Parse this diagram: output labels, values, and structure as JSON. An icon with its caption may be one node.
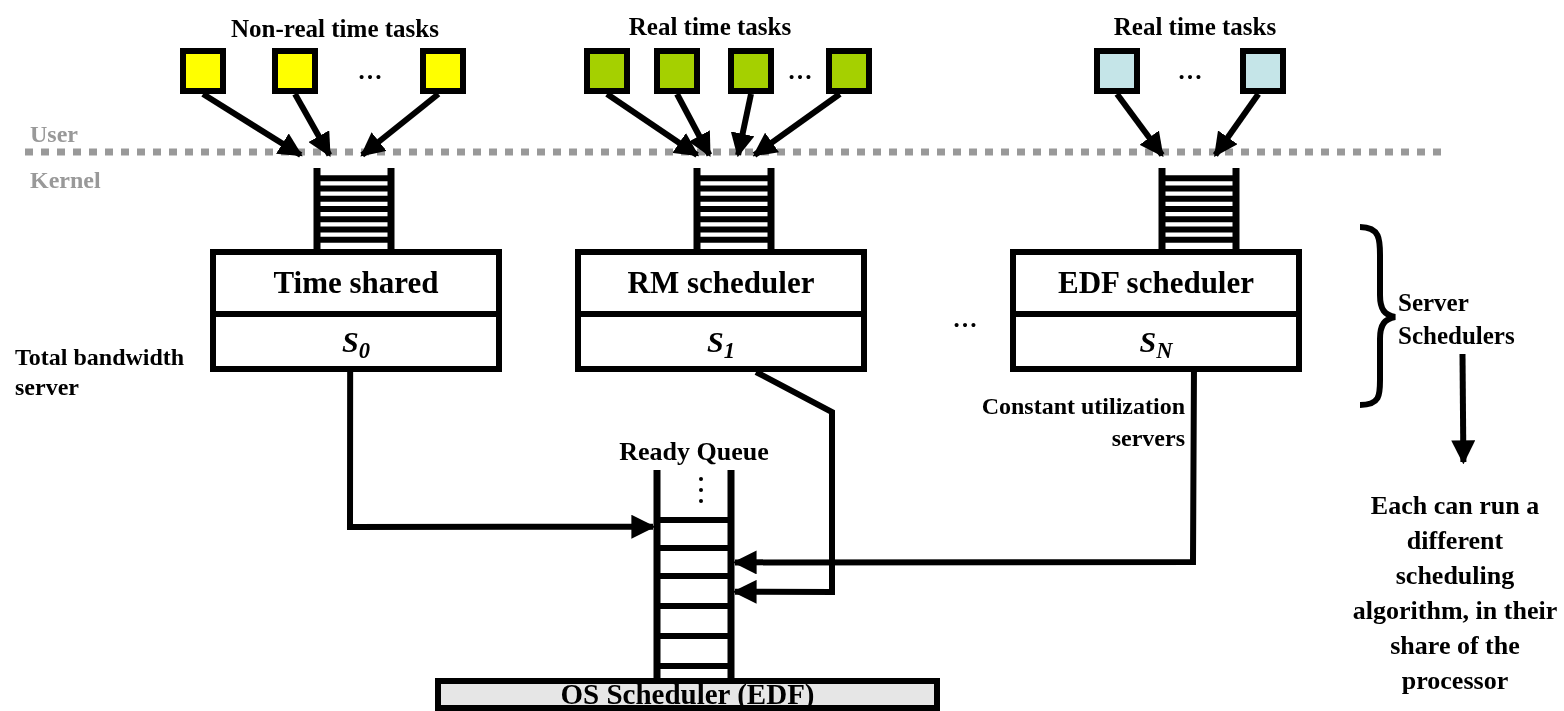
{
  "diagram": {
    "nodes": [
      {
        "text": [],
        "shape": "box"
      },
      {
        "text": [],
        "shape": "box"
      },
      {
        "text": [],
        "shape": "box"
      },
      {
        "text": [],
        "shape": "box"
      },
      {
        "text": [],
        "shape": "box"
      },
      {
        "text": [],
        "shape": "box"
      },
      {
        "text": [],
        "shape": "box"
      },
      {
        "text": [],
        "shape": "box"
      },
      {
        "text": [],
        "shape": "box"
      },
      {
        "text": [],
        "shape": "queue"
      },
      {
        "text": [
          "Time shared",
          "S$_{0}$"
        ]
      },
      {
        "text": [],
        "shape": "queue"
      },
      {
        "text": [
          "RM scheduler",
          "S$_{1}$"
        ]
      },
      {
        "text": [],
        "shape": "queue"
      },
      {
        "text": [
          "EDF scheduler",
          "S$_{N}$"
        ]
      },
      {
        "text": [
          "Ready Queue"
        ]
      },
      {
        "text": [
          "OS Scheduler (EDF)"
        ]
      },
      {
        "text": [
          "Each can run a different scheduling algorithm, in their share of the processor"
        ]
      },
      {
        "text": [
          "Server Schedulers"
        ]
      }
    ],
    "edges": [
      {
        "from": 0,
        "to": 9,
        "arrow": "to"
      },
      {
        "from": 1,
        "to": 9,
        "arrow": "to"
      },
      {
        "from": 2,
        "to": 9,
        "arrow": "to"
      },
      {
        "from": 3,
        "to": 11,
        "arrow": "to"
      },
      {
        "from": 4,
        "to": 11,
        "arrow": "to"
      },
      {
        "from": 5,
        "to": 11,
        "arrow": "to"
      },
      {
        "from": 6,
        "to": 11,
        "arrow": "to"
      },
      {
        "from": 7,
        "to": 13,
        "arrow": "to"
      },
      {
        "from": 8,
        "to": 13,
        "arrow": "to"
      },
      {
        "from": 10,
        "to": 15,
        "arrow": "to"
      },
      {
        "from": 12,
        "to": 15,
        "arrow": "to"
      },
      {
        "from": 14,
        "to": 15,
        "arrow": "to"
      },
      {
        "from": 18,
        "to": 17,
        "arrow": "to"
      }
    ],
    "labels": [
      "Non-real time tasks",
      "…",
      "Real time tasks",
      "…",
      "Real time tasks",
      "…",
      "User",
      "Kernel",
      "Total bandwidth server",
      "…",
      "Constant utilization servers"
    ]
  }
}
